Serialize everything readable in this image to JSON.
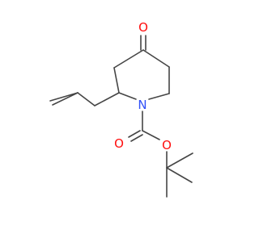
{
  "molecule": {
    "atoms": {
      "ketone_oxygen": {
        "symbol": "O",
        "color": "#ff0d0d"
      },
      "nitrogen": {
        "symbol": "N",
        "color": "#3050f8"
      },
      "carbonyl_oxygen": {
        "symbol": "O",
        "color": "#ff0d0d"
      },
      "ether_oxygen": {
        "symbol": "O",
        "color": "#ff0d0d"
      }
    },
    "bond_color": "#454545",
    "background": "#ffffff"
  }
}
